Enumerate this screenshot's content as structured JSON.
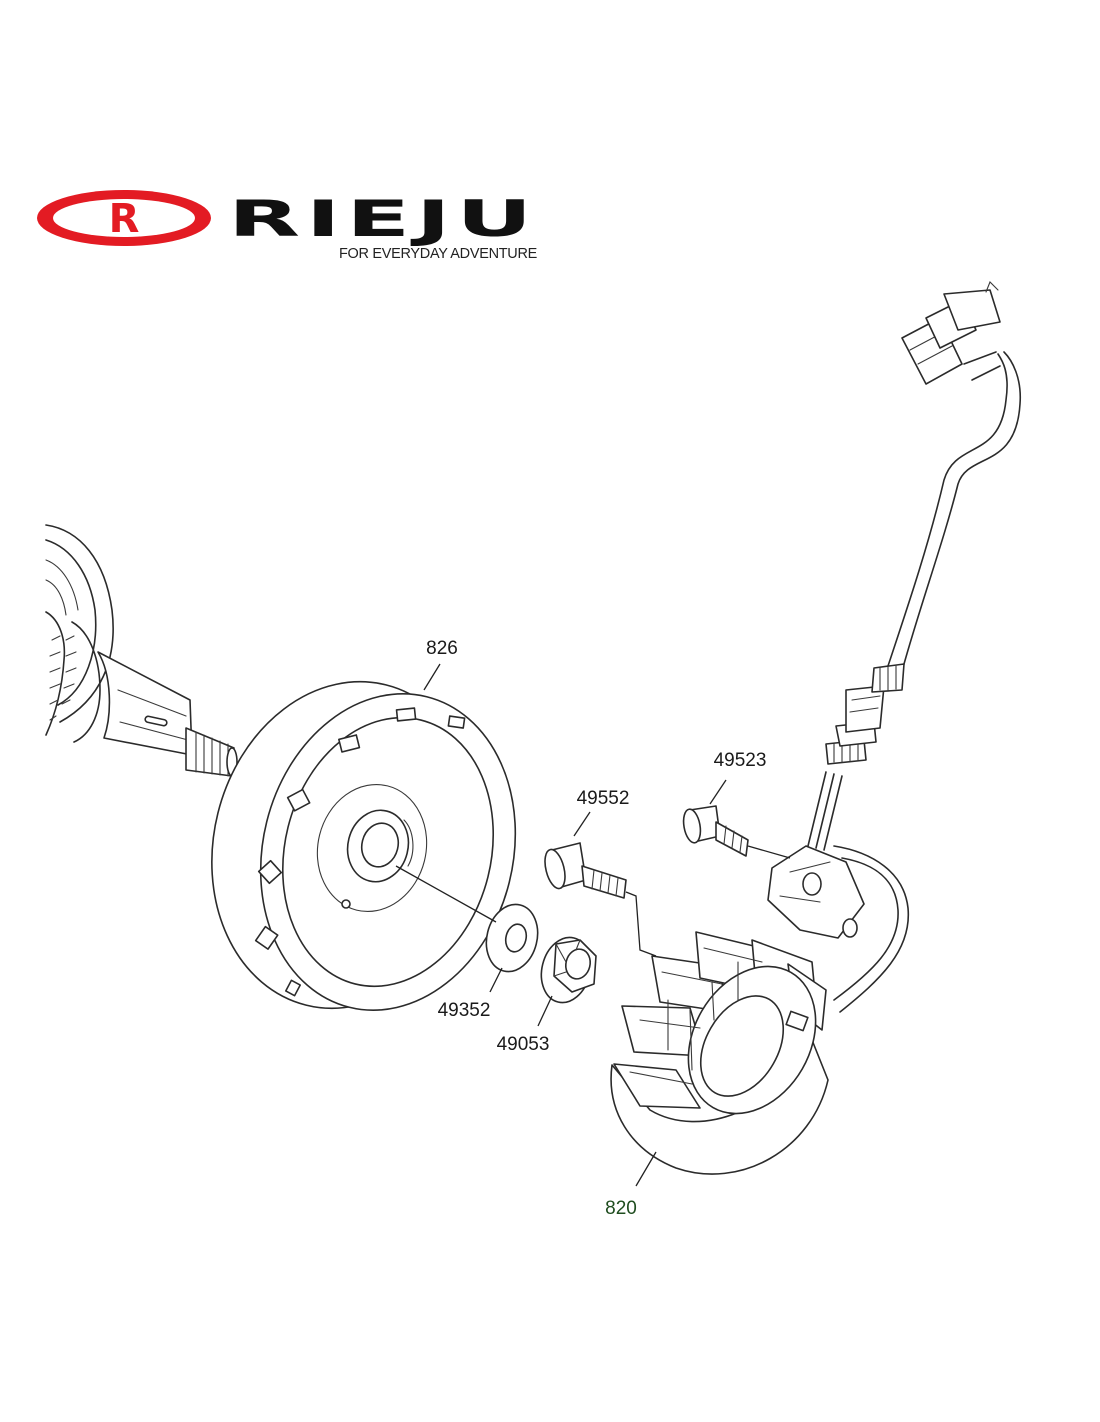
{
  "brand": {
    "name": "RIEJU",
    "emblem_letter": "R",
    "tagline": "FOR EVERYDAY ADVENTURE",
    "color": "#e31b23"
  },
  "diagram": {
    "parts": [
      {
        "number": "826"
      },
      {
        "number": "49523"
      },
      {
        "number": "49552"
      },
      {
        "number": "49352"
      },
      {
        "number": "49053"
      },
      {
        "number": "820"
      }
    ]
  }
}
